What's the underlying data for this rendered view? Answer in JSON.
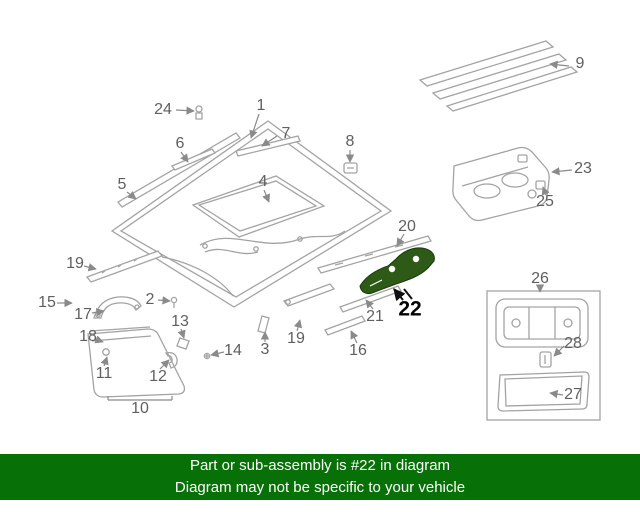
{
  "diagram": {
    "kind": "exploded-parts-diagram",
    "subject": "headliner-roof-interior-trim",
    "highlighted_part_number": "22"
  },
  "labels": [
    {
      "part": "24"
    },
    {
      "part": "1"
    },
    {
      "part": "6"
    },
    {
      "part": "7"
    },
    {
      "part": "8"
    },
    {
      "part": "5"
    },
    {
      "part": "4"
    },
    {
      "part": "9"
    },
    {
      "part": "23"
    },
    {
      "part": "25"
    },
    {
      "part": "20"
    },
    {
      "part": "22"
    },
    {
      "part": "19"
    },
    {
      "part": "15"
    },
    {
      "part": "17"
    },
    {
      "part": "2"
    },
    {
      "part": "13"
    },
    {
      "part": "18"
    },
    {
      "part": "14"
    },
    {
      "part": "3"
    },
    {
      "part": "19"
    },
    {
      "part": "16"
    },
    {
      "part": "21"
    },
    {
      "part": "11"
    },
    {
      "part": "12"
    },
    {
      "part": "10"
    },
    {
      "part": "26"
    },
    {
      "part": "28"
    },
    {
      "part": "27"
    }
  ],
  "banner": {
    "line1": "Part or sub-assembly is #22 in diagram",
    "line2": "Diagram may not be specific to your vehicle"
  },
  "colors": {
    "banner_bg": "#077007",
    "banner_text": "#ffffff",
    "highlight": "#2d5a16",
    "line_art": "#a3a3a3",
    "label_text": "#5f5f5f"
  }
}
